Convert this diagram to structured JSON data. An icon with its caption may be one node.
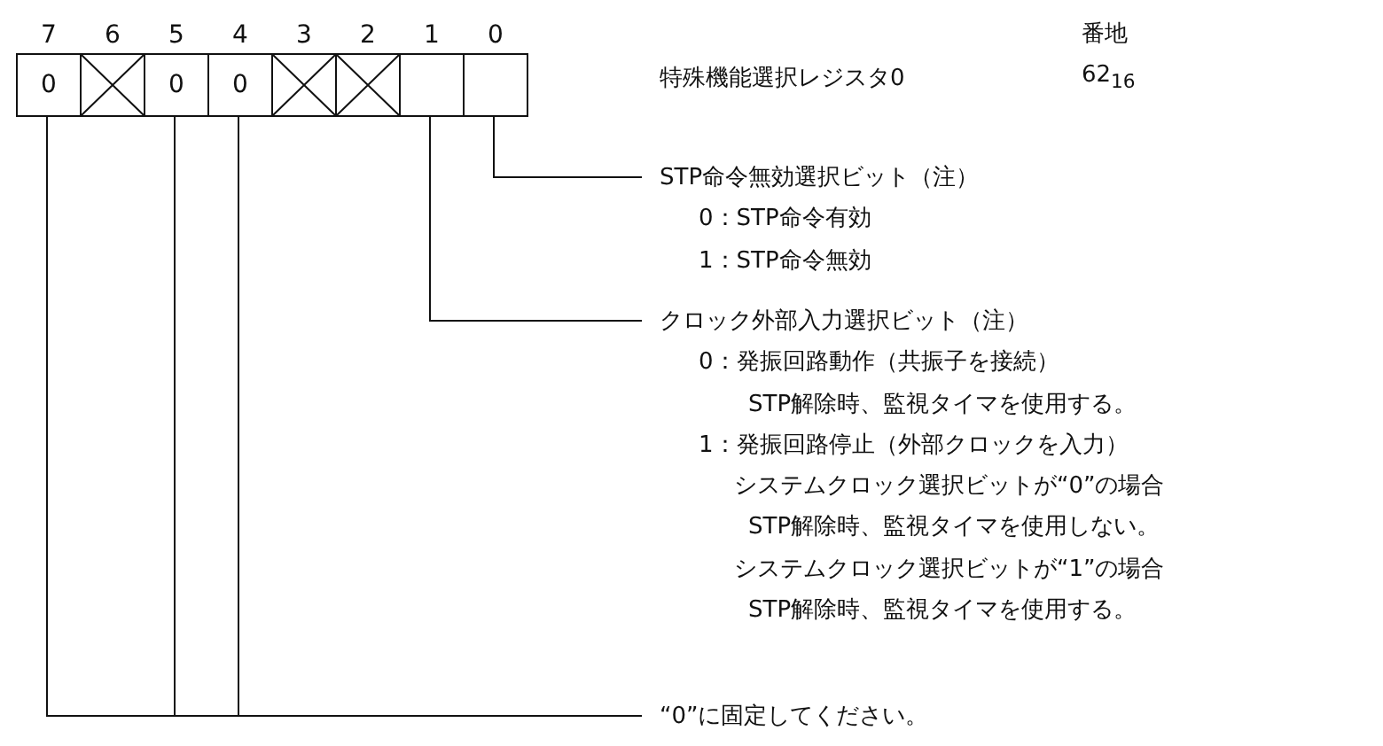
{
  "diagram": {
    "nodes": [
      {
        "text": [
          "7",
          "0"
        ]
      },
      {
        "text": [
          "6"
        ]
      },
      {
        "text": [
          "5",
          "0"
        ]
      },
      {
        "text": [
          "4",
          "0"
        ]
      },
      {
        "text": [
          "3"
        ]
      },
      {
        "text": [
          "2"
        ]
      },
      {
        "text": [
          "1"
        ]
      },
      {
        "text": [
          "0"
        ]
      },
      {
        "text": [
          "STP命令無効選択ビット（注）",
          "0：STP命令有効",
          "1：STP命令無効"
        ]
      },
      {
        "text": [
          "クロック外部入力選択ビット（注）",
          "0：発振回路動作（共振子を接続）",
          "STP解除時、監視タイマを使用する。",
          "1：発振回路停止（外部クロックを入力）",
          "システムクロック選択ビットが“0”の場合",
          "STP解除時、監視タイマを使用しない。",
          "システムクロック選択ビットが“1”の場合",
          "STP解除時、監視タイマを使用する。"
        ]
      },
      {
        "text": [
          "“0”に固定してください。"
        ]
      }
    ],
    "edges": [
      {
        "from": 7,
        "to": 8,
        "arrow": "none"
      },
      {
        "from": 6,
        "to": 9,
        "arrow": "none"
      },
      {
        "from": 0,
        "to": 10,
        "arrow": "none"
      },
      {
        "from": 2,
        "to": 10,
        "arrow": "none"
      },
      {
        "from": 3,
        "to": 10,
        "arrow": "none"
      }
    ],
    "labels": [
      "番地",
      "特殊機能選択レジスタ0",
      "62$_{16}$"
    ]
  }
}
